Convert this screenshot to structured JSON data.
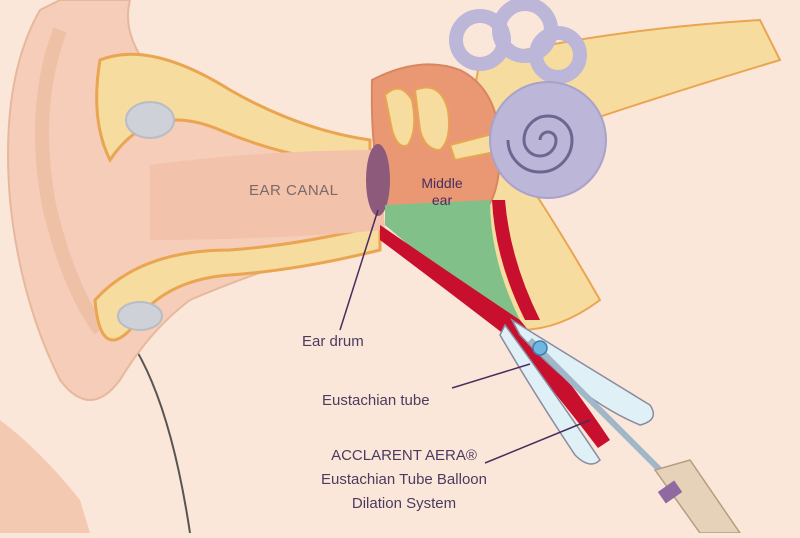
{
  "labels": {
    "ear_canal": "EAR CANAL",
    "middle_ear_1": "Middle",
    "middle_ear_2": "ear",
    "ear_drum": "Ear drum",
    "eustachian_tube": "Eustachian tube",
    "device_line1": "ACCLARENT AERA®",
    "device_line2": "Eustachian Tube Balloon",
    "device_line3": "Dilation System"
  },
  "colors": {
    "background": "#fbe7da",
    "skin": "#f5cdb8",
    "cartilage": "#f7dca0",
    "bone_outline": "#e9a550",
    "middle_ear": "#e99873",
    "inner_ear": "#bcb6d8",
    "tube_green": "#82c08a",
    "vessel_red": "#c8102e",
    "ear_drum": "#8e5a7c",
    "label_text": "#4a3b5f"
  }
}
